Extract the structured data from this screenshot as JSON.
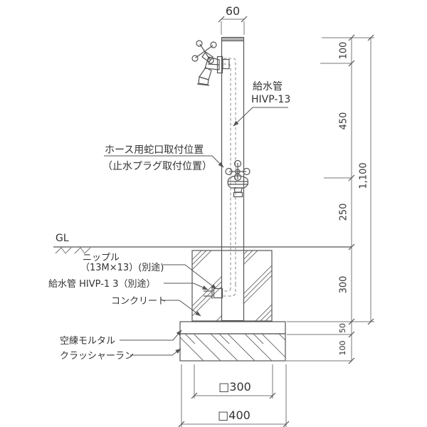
{
  "drawing": {
    "dimension_top_width": "60",
    "dimensions_right": [
      {
        "label": "100"
      },
      {
        "label": "450"
      },
      {
        "label": "250"
      },
      {
        "label": "300"
      },
      {
        "label": "50"
      },
      {
        "label": "100"
      }
    ],
    "dimension_total_height": "1,100",
    "dimension_footing_width": "□300",
    "dimension_base_width": "□400",
    "labels": {
      "gl": "GL",
      "pipe_top_line1": "給水管",
      "pipe_top_line2": "HIVP-13",
      "faucet_pos_line1": "ホース用蛇口取付位置",
      "faucet_pos_line2": "（止水プラグ取付位置）",
      "nipple_line1": "ニップル",
      "nipple_line2": "（13M×13）(別途)",
      "pipe_bottom": "給水管 HIVP-1 3（別途）",
      "concrete": "コンクリート",
      "mortar": "空練モルタル",
      "crusher": "クラッシャーラン"
    },
    "colors": {
      "line": "#555555",
      "dim_line": "#777777",
      "text": "#333333",
      "post_cap": "#b0b0b0",
      "background": "#ffffff"
    }
  }
}
